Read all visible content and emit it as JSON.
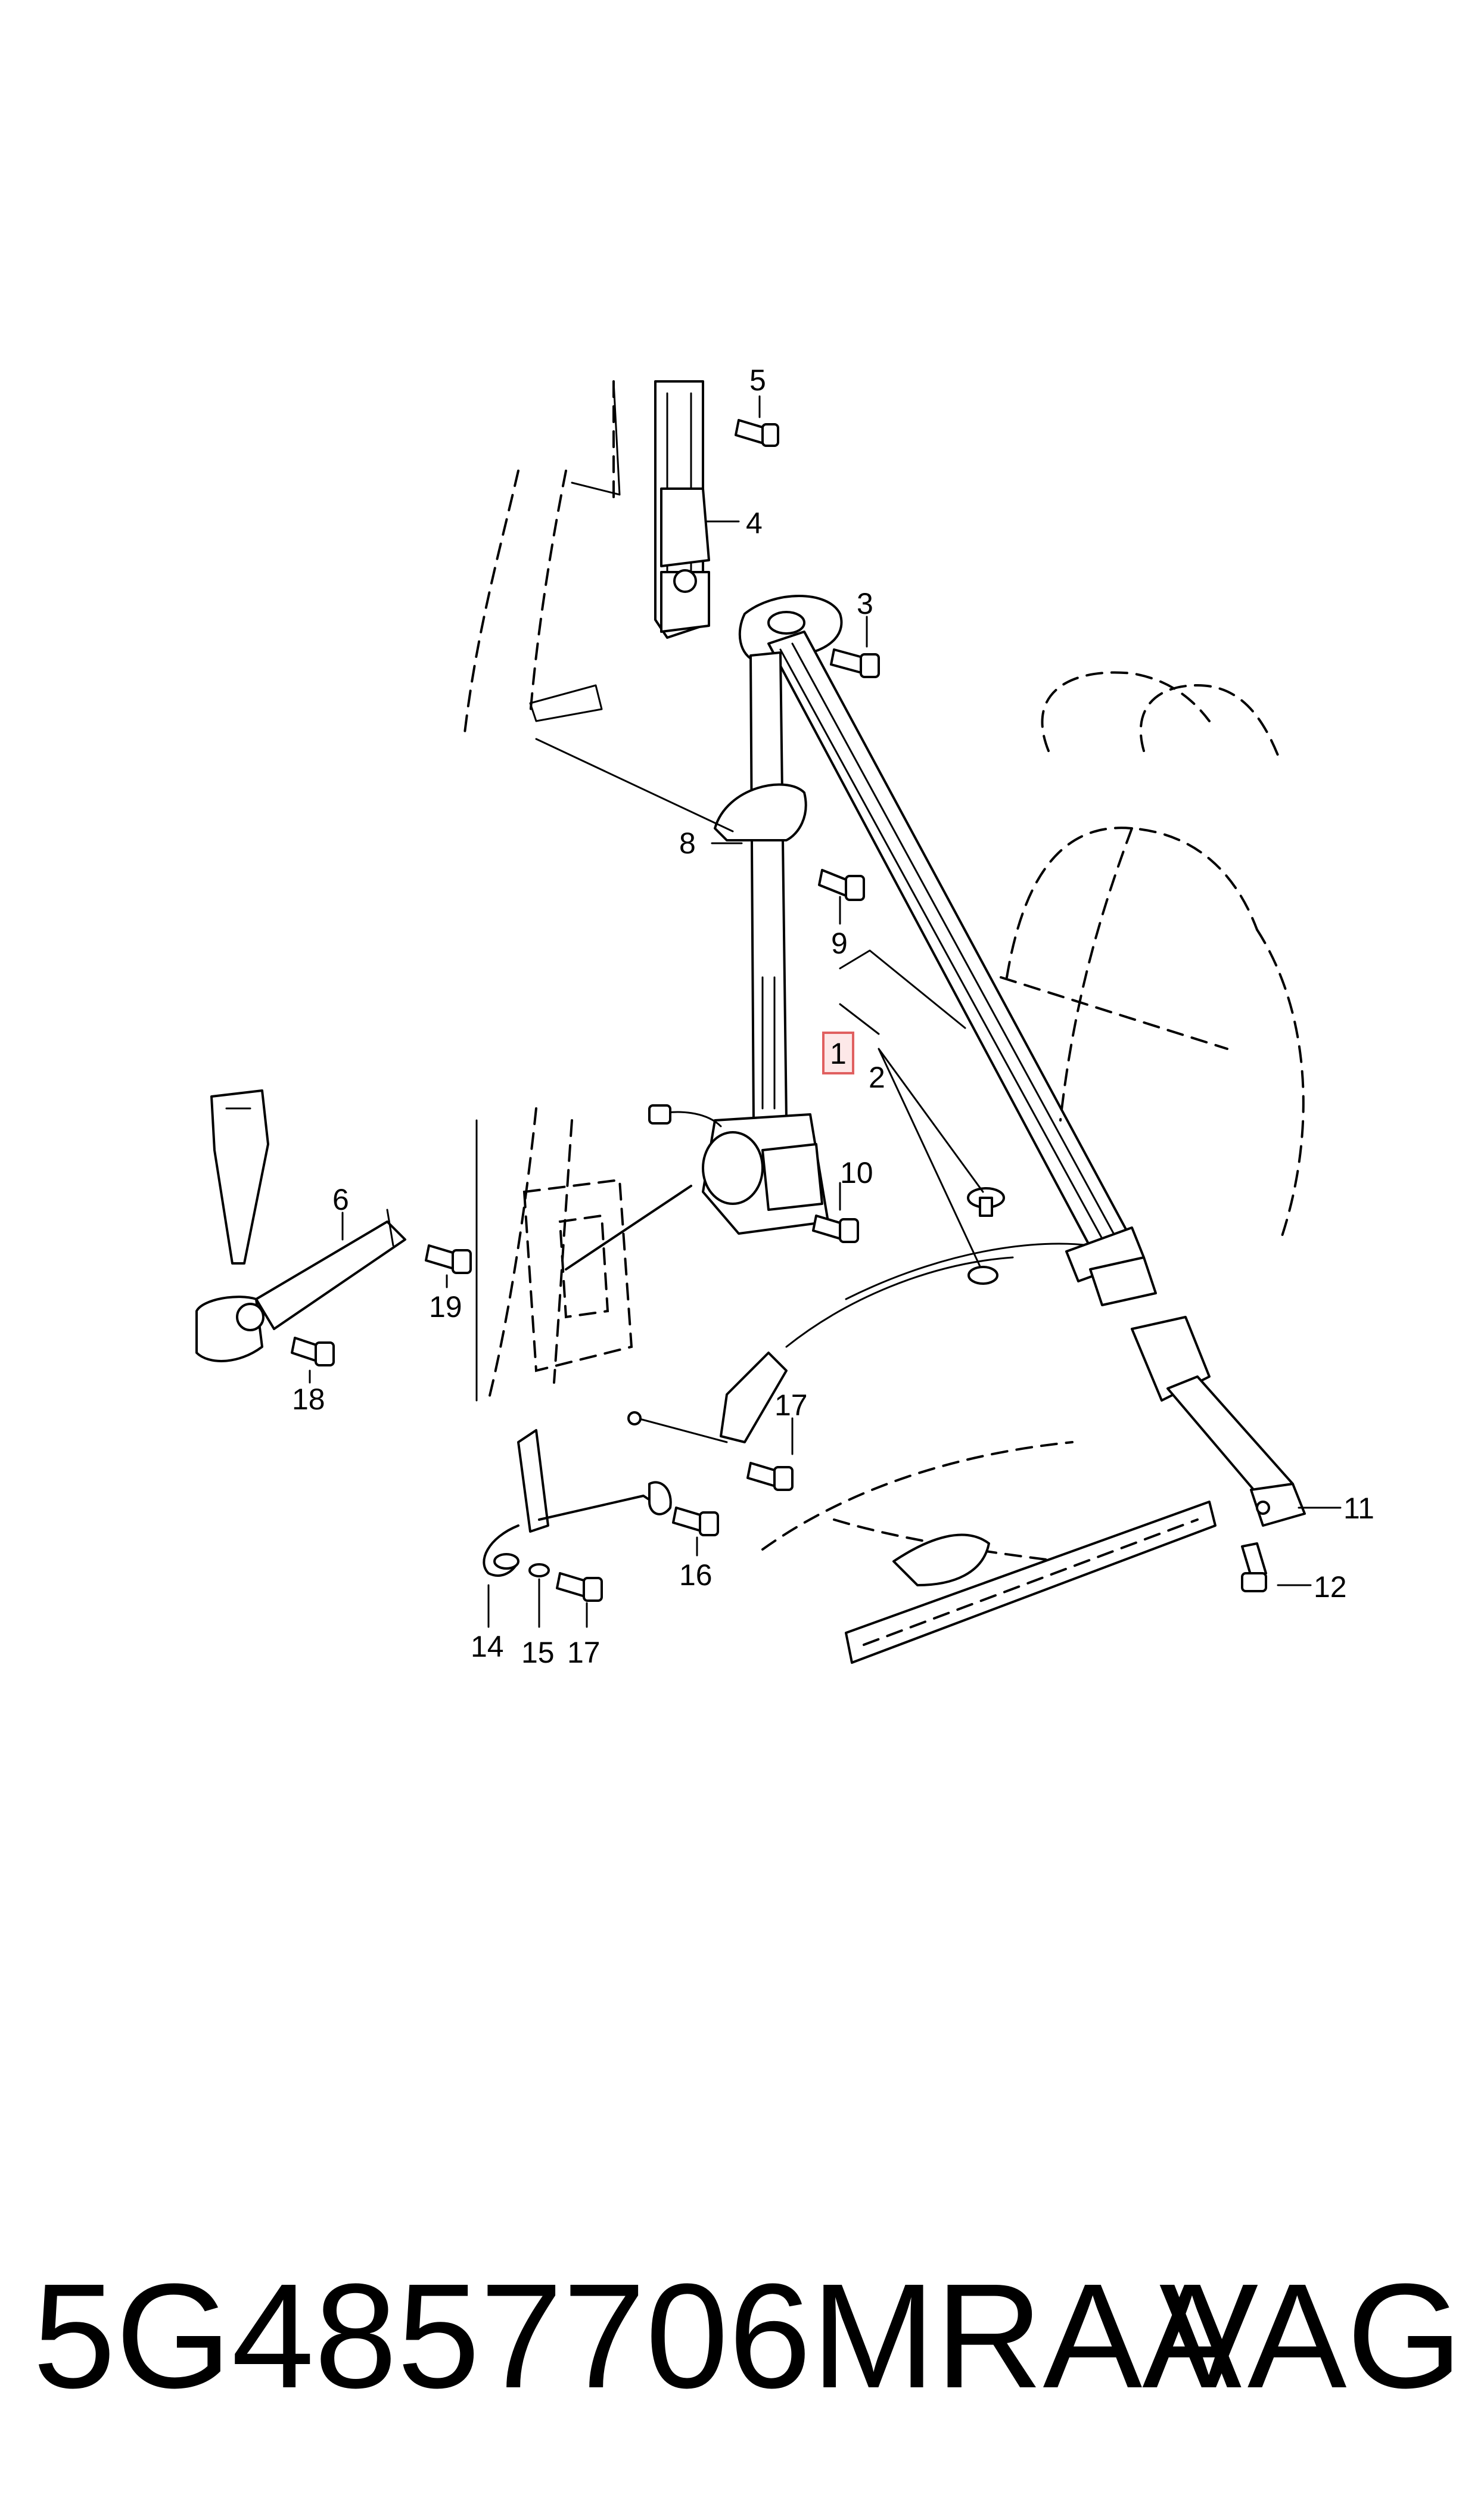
{
  "callouts": {
    "c1": "1",
    "c2": "2",
    "c3": "3",
    "c4": "4",
    "c5": "5",
    "c6": "6",
    "c8": "8",
    "c9": "9",
    "c10": "10",
    "c11": "11",
    "c12": "12",
    "c14": "14",
    "c15": "15",
    "c16": "16",
    "c17a": "17",
    "c17b": "17",
    "c18": "18",
    "c19": "19"
  },
  "highlight": {
    "callout": "1",
    "color": "#e06060"
  },
  "footer": {
    "part_number": "5G4857706MRAA",
    "brand": "VAG"
  }
}
